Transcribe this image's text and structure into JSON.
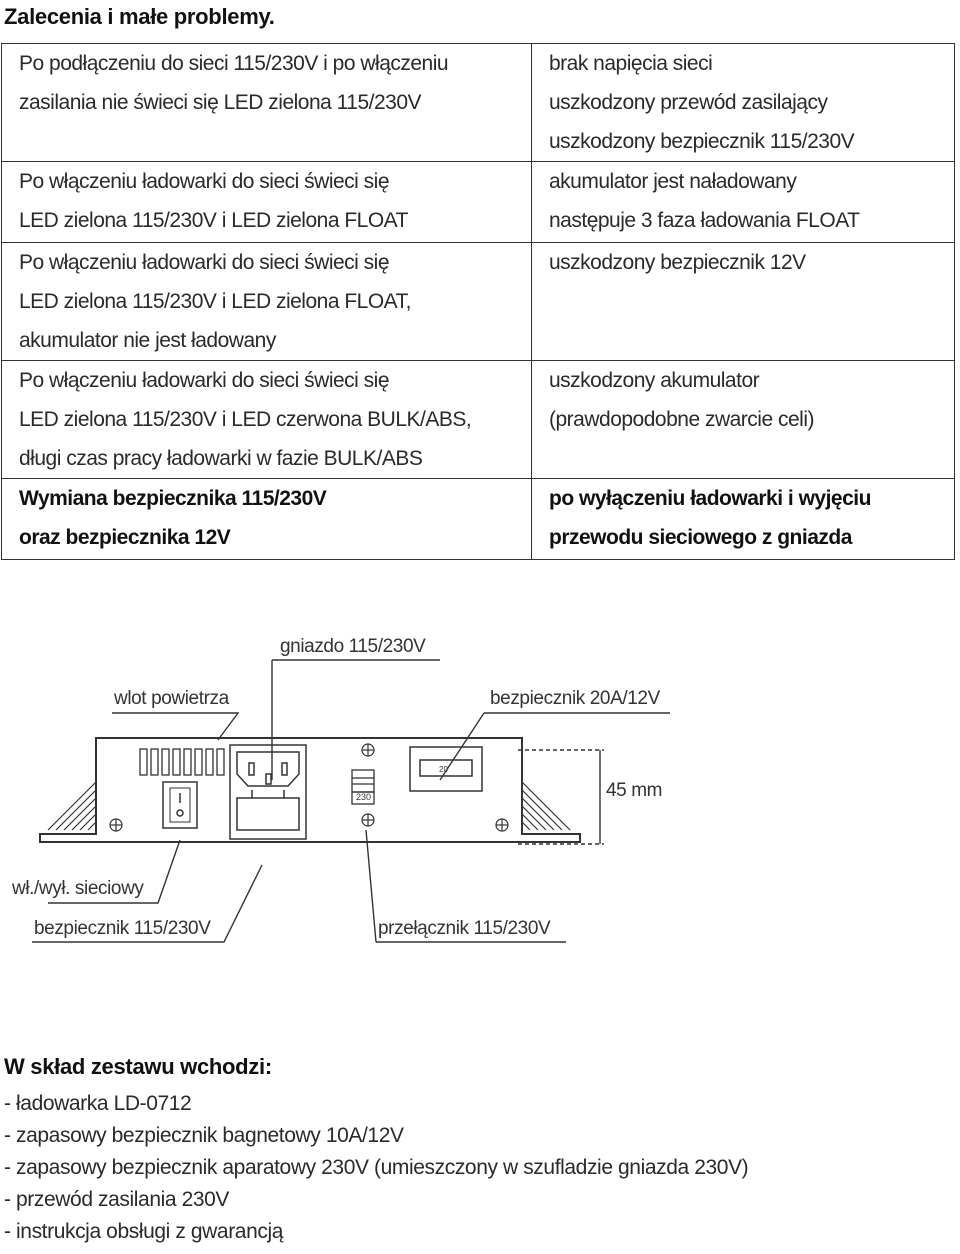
{
  "heading": "Zalecenia i małe problemy.",
  "table": {
    "rows": [
      {
        "symptom": "Po podłączeniu do sieci 115/230V i po włączeniu\nzasilania nie świeci się LED zielona 115/230V",
        "cause": "brak napięcia sieci\nuszkodzony przewód zasilający\nuszkodzony bezpiecznik 115/230V"
      },
      {
        "symptom": "Po włączeniu ładowarki do sieci świeci się\nLED zielona 115/230V i LED zielona FLOAT",
        "cause": "akumulator jest naładowany\nnastępuje 3 faza ładowania FLOAT"
      },
      {
        "symptom": "Po włączeniu ładowarki do sieci świeci się\nLED zielona 115/230V i LED zielona FLOAT,\nakumulator nie jest ładowany",
        "cause": "uszkodzony bezpiecznik 12V"
      },
      {
        "symptom": "Po włączeniu ładowarki do sieci świeci się\nLED zielona 115/230V i LED czerwona BULK/ABS,\ndługi czas pracy ładowarki w fazie BULK/ABS",
        "cause": "uszkodzony akumulator\n(prawdopodobne zwarcie celi)"
      },
      {
        "symptom": "Wymiana bezpiecznika 115/230V\noraz bezpiecznika 12V",
        "cause": "po wyłączeniu ładowarki i wyjęciu\nprzewodu sieciowego z gniazda"
      }
    ]
  },
  "diagram": {
    "labels": {
      "socket": "gniazdo 115/230V",
      "air_inlet": "wlot powietrza",
      "fuse_12v": "bezpiecznik 20A/12V",
      "height": "45 mm",
      "power_switch": "wł./wył. sieciowy",
      "fuse_230v": "bezpiecznik 115/230V",
      "voltage_switch": "przełącznik 115/230V"
    },
    "selector_text": "230",
    "fuse_text": "20"
  },
  "kit": {
    "title": "W skład zestawu wchodzi:",
    "items": [
      "- ładowarka LD-0712",
      "- zapasowy bezpiecznik bagnetowy 10A/12V",
      "- zapasowy bezpiecznik aparatowy 230V (umieszczony w szufladzie gniazda 230V)",
      "- przewód zasilania 230V",
      "- instrukcja obsługi z gwarancją"
    ]
  }
}
